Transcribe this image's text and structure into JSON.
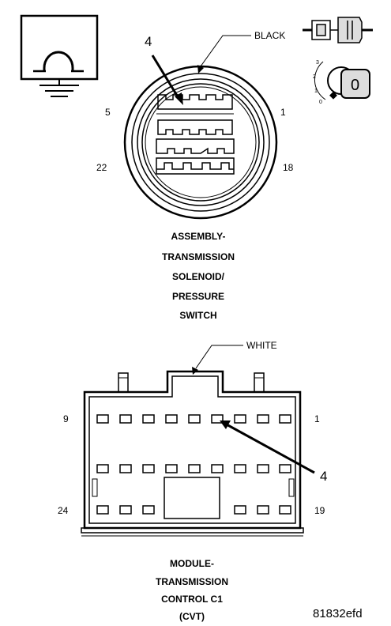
{
  "connector_1": {
    "wire_color_label": "BLACK",
    "pin_labels": {
      "top_left": "5",
      "top_right": "1",
      "bottom_left": "22",
      "bottom_right": "18"
    },
    "callout_pin": "4",
    "title_lines": [
      "ASSEMBLY-",
      "TRANSMISSION",
      "SOLENOID/",
      "PRESSURE",
      "SWITCH"
    ]
  },
  "key_icon": {
    "positions": [
      "3",
      "2",
      "1",
      "0"
    ],
    "key_number": "0"
  },
  "connector_2": {
    "wire_color_label": "WHITE",
    "pin_labels": {
      "top_left": "9",
      "top_right": "1",
      "bottom_left": "24",
      "bottom_right": "19"
    },
    "callout_pin": "4",
    "title_lines": [
      "MODULE-",
      "TRANSMISSION",
      "CONTROL C1",
      "(CVT)"
    ]
  },
  "figure_ref": "81832efd",
  "icons": [
    "resistance-ground-icon",
    "connector-plug-icon",
    "ignition-key-icon"
  ]
}
